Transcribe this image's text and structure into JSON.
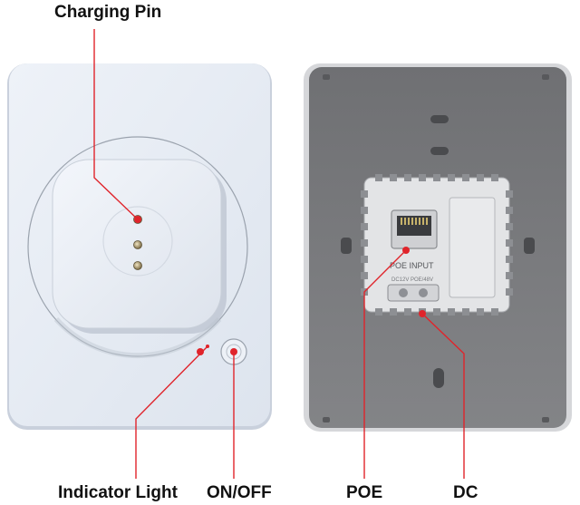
{
  "labels": {
    "charging_pin": "Charging Pin",
    "indicator_light": "Indicator Light",
    "on_off": "ON/OFF",
    "poe": "POE",
    "dc": "DC"
  },
  "back_panel": {
    "port_caption": "POE  INPUT",
    "port_subcaption": "DC12V  POE/48V"
  },
  "colors": {
    "front_plate": "#e9eef6",
    "back_plate": "#7a7b7e",
    "callout": "#e0242b"
  }
}
